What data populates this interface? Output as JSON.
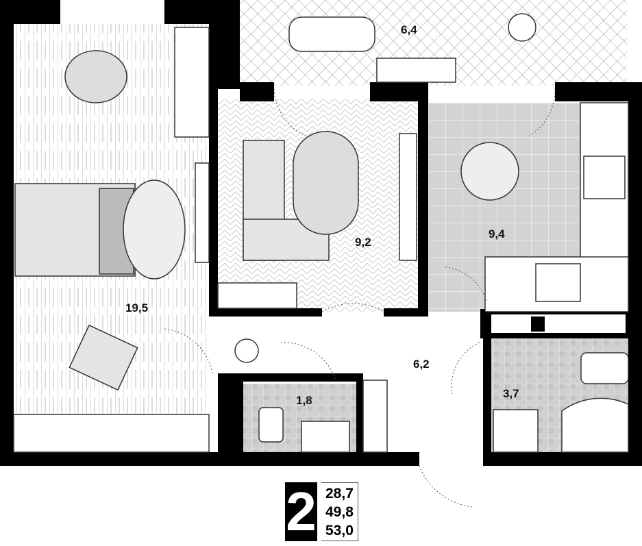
{
  "rooms": [
    {
      "name": "balcony",
      "area": "6,4"
    },
    {
      "name": "bedroom",
      "area": "19,5"
    },
    {
      "name": "living-room",
      "area": "9,2"
    },
    {
      "name": "kitchen",
      "area": "9,4"
    },
    {
      "name": "hallway",
      "area": "6,2"
    },
    {
      "name": "wc",
      "area": "1,8"
    },
    {
      "name": "bathroom",
      "area": "3,7"
    }
  ],
  "legend": {
    "room_count": "2",
    "living_area": "28,7",
    "total_area": "49,8",
    "total_area_with_balcony": "53,0"
  },
  "colors": {
    "wall": "#000000",
    "tile": "#d6d6d6",
    "floor": "#ffffff",
    "furniture": "#e0e0e0"
  }
}
